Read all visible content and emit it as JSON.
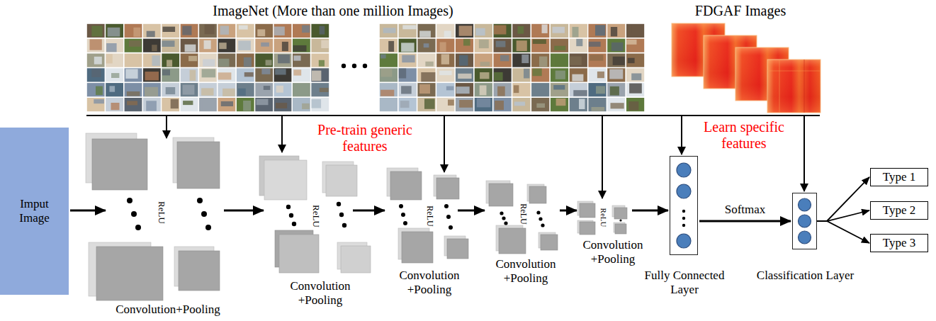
{
  "diagram": {
    "nodes": [
      {
        "text": [
          "Imput Image"
        ]
      },
      {
        "text": [
          "Fully Connected Layer"
        ]
      },
      {
        "text": [
          "Classification Layer"
        ]
      },
      {
        "text": [
          "Type 1"
        ]
      },
      {
        "text": [
          "Type 2"
        ]
      },
      {
        "text": [
          "Type 3"
        ]
      }
    ],
    "edges": [
      {
        "from": 1,
        "to": 2,
        "arrow": "to",
        "label": "Softmax"
      },
      {
        "from": 2,
        "to": 3,
        "arrow": "to"
      },
      {
        "from": 2,
        "to": 4,
        "arrow": "to"
      },
      {
        "from": 2,
        "to": 5,
        "arrow": "to"
      }
    ],
    "labels": [
      "ImageNet (More than one million Images)",
      "FDGAF Images",
      "Pre-train generic features",
      "Learn specific features",
      "ReLU",
      "ReLU",
      "ReLU",
      "ReLU",
      "ReLU",
      "Convolution+Pooling",
      "Convolution +Pooling",
      "Convolution +Pooling",
      "Convolution +Pooling",
      "Convolution +Pooling"
    ]
  }
}
